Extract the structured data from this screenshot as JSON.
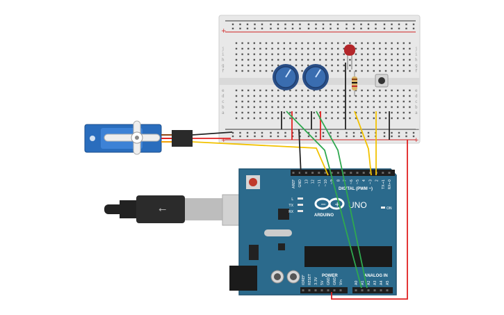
{
  "board": {
    "logo_text": "UNO",
    "brand_text": "ARDUINO",
    "digital_label": "DIGITAL (PWM ~)",
    "power_label": "POWER",
    "analog_label": "ANALOG IN",
    "on_label": "ON",
    "led_labels": [
      "L",
      "TX",
      "RX"
    ],
    "digital_pins": [
      "AREF",
      "GND",
      "13",
      "12",
      "~11",
      "~10",
      "~9",
      "8",
      "7",
      "~6",
      "~5",
      "4",
      "~3",
      "2",
      "TX→1",
      "RX←0"
    ],
    "power_pins": [
      "IOREF",
      "RESET",
      "3.3V",
      "5V",
      "GND",
      "GND",
      "Vin"
    ],
    "analog_pins": [
      "A0",
      "A1",
      "A2",
      "A3",
      "A4",
      "A5"
    ]
  },
  "breadboard": {
    "row_letters_top": [
      "j",
      "i",
      "h",
      "g",
      "f"
    ],
    "row_letters_bottom": [
      "e",
      "d",
      "c",
      "b",
      "a"
    ],
    "rail_plus": "+",
    "rail_minus": "−"
  },
  "colors": {
    "board": "#2b6a8c",
    "breadboard": "#e6e6e6",
    "wire_red": "#e02020",
    "wire_black": "#222222",
    "wire_yellow": "#f2c200",
    "wire_green": "#2fa84f",
    "servo": "#2a6dbd",
    "pot": "#1f4f8f",
    "led": "#c0292b"
  }
}
